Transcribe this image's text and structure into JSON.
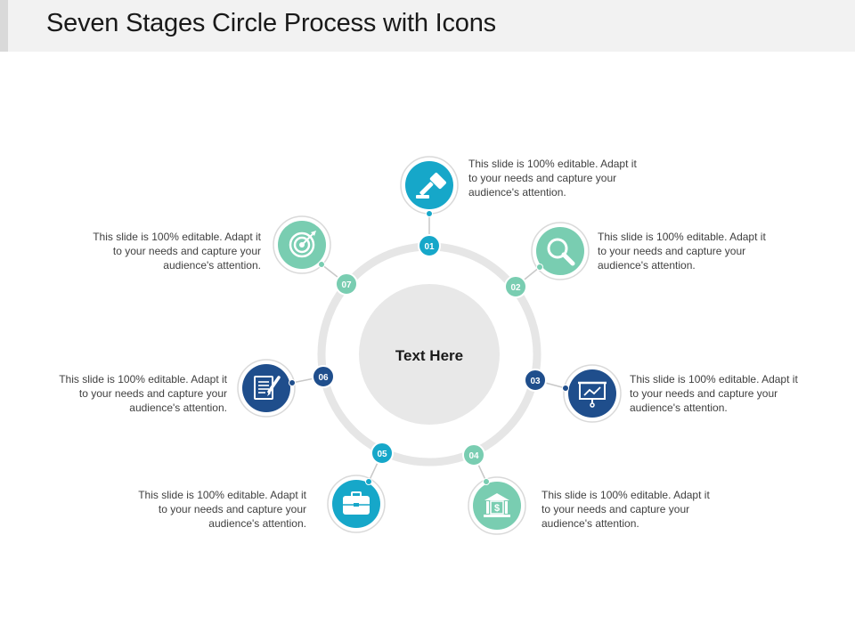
{
  "title": "Seven Stages Circle Process with Icons",
  "center_label": "Text Here",
  "colors": {
    "teal": "#16a7c9",
    "mint": "#79cdb1",
    "navy": "#1f4e8c",
    "ring": "#e6e6e6",
    "center": "#e8e8e8"
  },
  "stages": [
    {
      "number": "01",
      "icon": "gavel-icon",
      "color": "teal",
      "text": "This slide is 100% editable. Adapt it to your needs and capture your audience's attention."
    },
    {
      "number": "02",
      "icon": "magnifier-icon",
      "color": "mint",
      "text": "This slide is 100% editable. Adapt it to your needs and capture your audience's attention."
    },
    {
      "number": "03",
      "icon": "presentation-chart-icon",
      "color": "navy",
      "text": "This slide is 100% editable. Adapt it to your needs and capture your audience's attention."
    },
    {
      "number": "04",
      "icon": "bank-icon",
      "color": "mint",
      "text": "This slide is 100% editable. Adapt it to your needs and capture your audience's attention."
    },
    {
      "number": "05",
      "icon": "briefcase-icon",
      "color": "teal",
      "text": "This slide is 100% editable. Adapt it to your needs and capture your audience's attention."
    },
    {
      "number": "06",
      "icon": "document-pen-icon",
      "color": "navy",
      "text": "This slide is 100% editable. Adapt it to your needs and capture your audience's attention."
    },
    {
      "number": "07",
      "icon": "target-icon",
      "color": "mint",
      "text": "This slide is 100% editable. Adapt it to your needs and capture your audience's attention."
    }
  ]
}
